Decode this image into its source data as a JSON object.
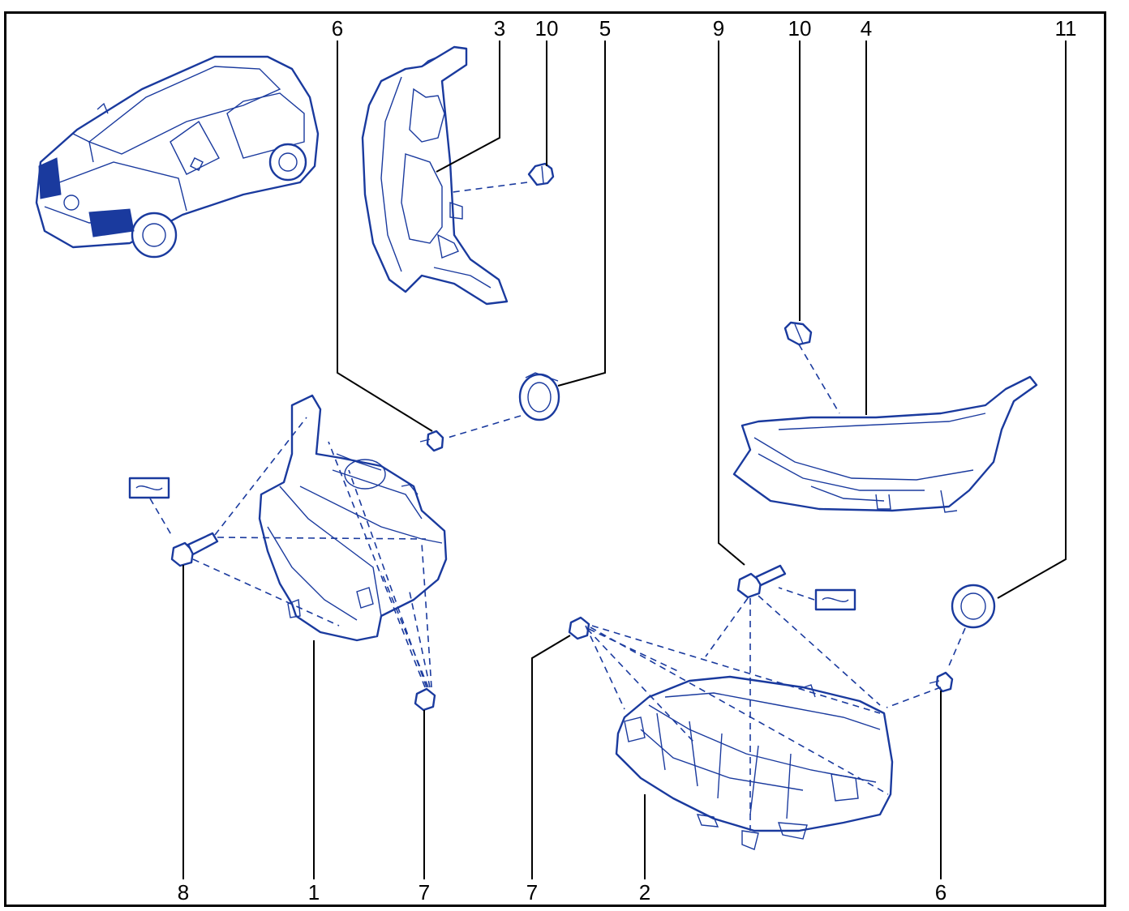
{
  "diagram": {
    "colors": {
      "line": "#1a3a9e",
      "leader": "#000000",
      "background": "#ffffff"
    },
    "callouts": {
      "c6_top": "6",
      "c3": "3",
      "c10_left": "10",
      "c5": "5",
      "c9": "9",
      "c10_right": "10",
      "c4": "4",
      "c11": "11",
      "c8": "8",
      "c1": "1",
      "c7_left": "7",
      "c7_right": "7",
      "c2": "2",
      "c6_bottom": "6"
    },
    "icons": [
      "vehicle-icon",
      "headlamp-icon",
      "bulb-icon",
      "cap-icon",
      "screw-icon",
      "clip-icon",
      "sealant-symbol-icon"
    ]
  }
}
